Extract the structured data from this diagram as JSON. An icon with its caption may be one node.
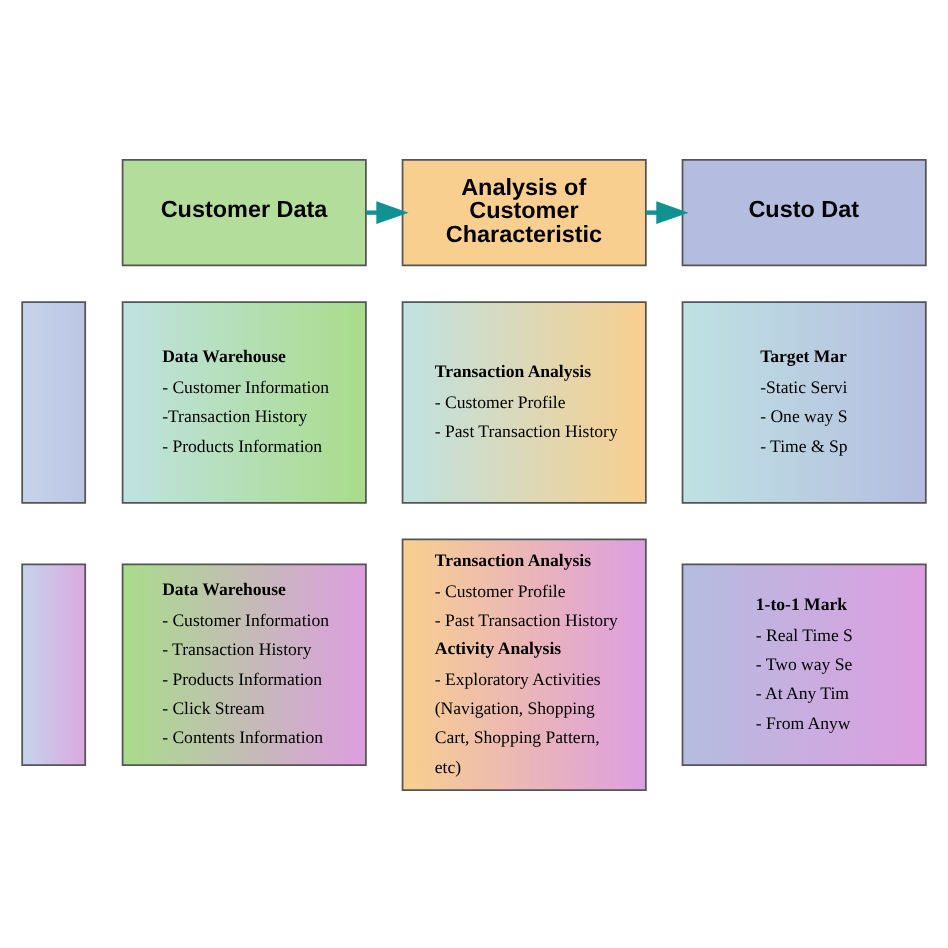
{
  "diagram": {
    "nodes": [
      {
        "text": [
          "Customer Data"
        ]
      },
      {
        "text": [
          "Analysis of Customer Characteristic"
        ]
      },
      {
        "text": [
          "Custo Dat"
        ]
      },
      {
        "text": [],
        "shape": "box"
      },
      {
        "text": [
          "Data Warehouse",
          "- Customer Information",
          "-Transaction History",
          "- Products Information"
        ]
      },
      {
        "text": [
          "Transaction Analysis",
          "- Customer Profile",
          "- Past Transaction History"
        ]
      },
      {
        "text": [
          "Target Mar",
          "-Static Servi",
          "- One way S",
          "- Time & Sp"
        ]
      },
      {
        "text": [],
        "shape": "box"
      },
      {
        "text": [
          "Data Warehouse",
          "- Customer Information",
          "- Transaction History",
          "- Products Information",
          "- Click Stream",
          "- Contents Information"
        ]
      },
      {
        "text": [
          "Transaction Analysis",
          "- Customer Profile",
          "- Past Transaction History",
          "Activity Analysis",
          "- Exploratory Activities (Navigation, Shopping Cart, Shopping Pattern, etc)"
        ]
      },
      {
        "text": [
          "1-to-1 Mark",
          "- Real Time S",
          "- Two way Se",
          "- At Any Tim",
          "- From Anyw"
        ]
      }
    ],
    "edges": [
      {
        "from": 0,
        "to": 1,
        "arrow": "to"
      },
      {
        "from": 1,
        "to": 2,
        "arrow": "to"
      }
    ]
  }
}
